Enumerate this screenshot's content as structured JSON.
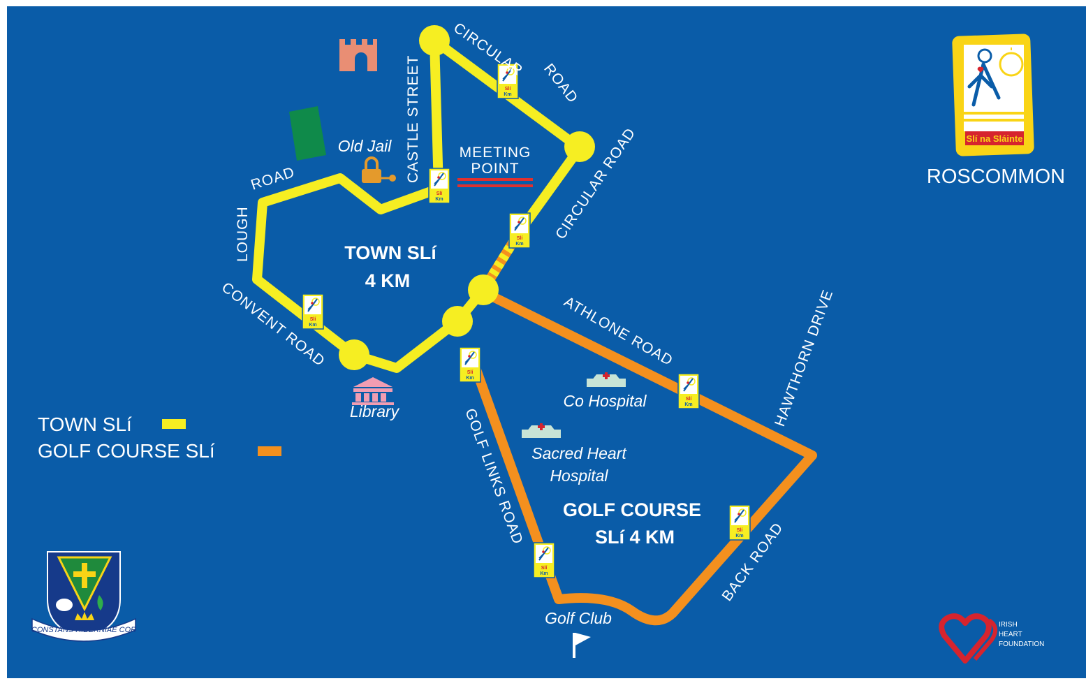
{
  "town": "ROSCOMMON",
  "colors": {
    "background": "#0a5ca8",
    "town_route": "#f6ee22",
    "golf_route": "#f4901e",
    "meeting_point": "#e0312f",
    "old_jail_icon": "#e49a2c",
    "castle_icon": "#e98e74",
    "park": "#0f8a4a",
    "library_icon": "#f19db2",
    "hospital_icon": "#c8e4d6",
    "heart_red": "#d6242e"
  },
  "logo": {
    "name": "Slí na Sláinte",
    "icon": "walking-man-sun-icon"
  },
  "routes": {
    "town": {
      "name": "TOWN SLí",
      "distance": "4 KM"
    },
    "golf": {
      "name": "GOLF COURSE",
      "distance": "SLí 4 KM"
    }
  },
  "legend": [
    {
      "label": "TOWN SLí",
      "route": "town"
    },
    {
      "label": "GOLF COURSE SLí",
      "route": "golf"
    }
  ],
  "streets": {
    "castle_street": "CASTLE STREET",
    "circular_road_1": "CIRCULAR",
    "circular_road_2": "ROAD",
    "circular_road_east": "CIRCULAR ROAD",
    "road": "ROAD",
    "lough": "LOUGH",
    "convent_road": "CONVENT ROAD",
    "athlone_road": "ATHLONE ROAD",
    "hawthorn_drive": "HAWTHORN DRIVE",
    "golf_links_road": "GOLF LINKS ROAD",
    "back_road": "BACK ROAD"
  },
  "meeting_point": {
    "line1": "MEETING",
    "line2": "POINT"
  },
  "places": {
    "old_jail": "Old Jail",
    "library": "Library",
    "co_hospital": "Co Hospital",
    "sacred_heart_1": "Sacred Heart",
    "sacred_heart_2": "Hospital",
    "golf_club": "Golf Club"
  },
  "marker": {
    "top": "Slí",
    "bottom": "Km"
  },
  "crest": {
    "motto": "CONSTANS HIBERNIAE COR"
  },
  "irish_heart_foundation": {
    "line1": "IRISH",
    "line2": "HEART",
    "line3": "FOUNDATION"
  }
}
